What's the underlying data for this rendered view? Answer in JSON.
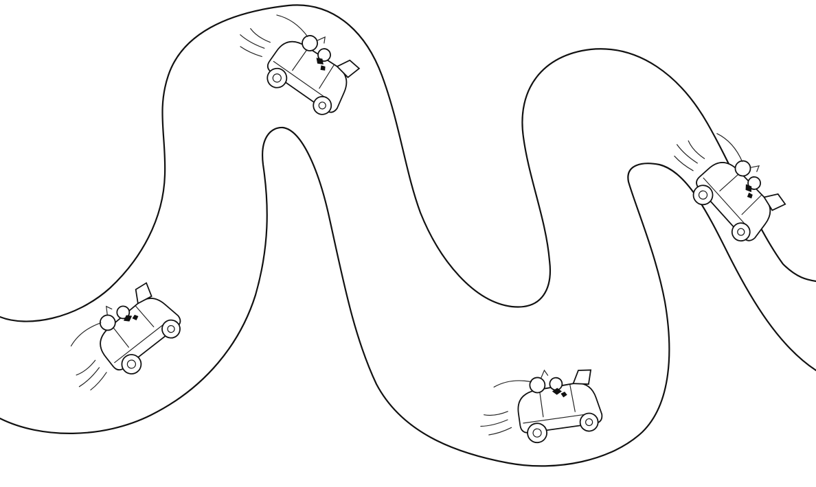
{
  "illustration": {
    "subject": "winding-road",
    "colors": {
      "ink": "#111111",
      "background": "#ffffff"
    },
    "cars": [
      {
        "name": "car-lower-left",
        "icon": "convertible-car-icon"
      },
      {
        "name": "car-top-center",
        "icon": "convertible-car-icon"
      },
      {
        "name": "car-bottom-center",
        "icon": "convertible-car-icon"
      },
      {
        "name": "car-right",
        "icon": "convertible-car-icon"
      }
    ]
  }
}
